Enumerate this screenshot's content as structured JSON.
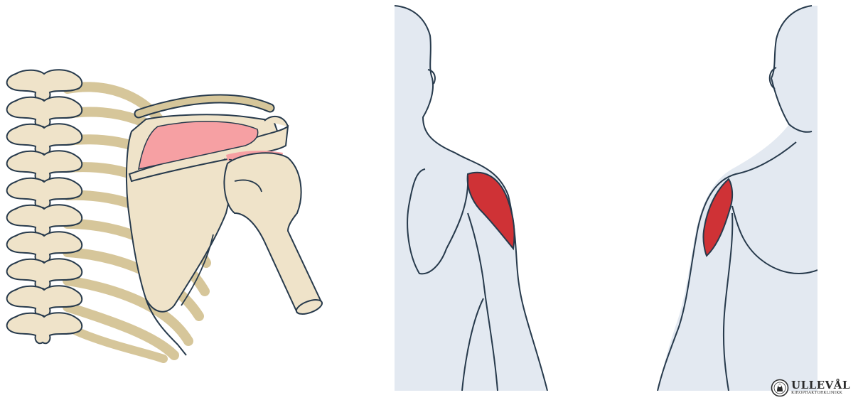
{
  "colors": {
    "bone": "#efe3c9",
    "rib": "#d6c69a",
    "outline": "#273a4c",
    "muscle_deep": "#f6a0a3",
    "muscle_superficial": "#cf3236",
    "skin": "#e3e9f1"
  },
  "icons": [
    "spine-skeleton-illustration",
    "shoulder-blade-illustration",
    "logo-mark-icon"
  ],
  "logo": {
    "name": "ULLEVÅL",
    "subtitle": "KIROPRAKTORKLINIKK"
  }
}
